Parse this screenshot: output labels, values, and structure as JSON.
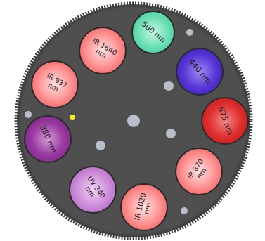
{
  "diagram": {
    "nodes": [
      {
        "text": [
          "IR 1640 nm"
        ]
      },
      {
        "text": [
          "500 nm"
        ]
      },
      {
        "text": [
          "440 nm"
        ]
      },
      {
        "text": [
          "675 nm"
        ]
      },
      {
        "text": [
          "IR 870 nm"
        ]
      },
      {
        "text": [
          "IR 1020 nm"
        ]
      },
      {
        "text": [
          "UV 340 nm"
        ]
      },
      {
        "text": [
          "380 nm"
        ]
      },
      {
        "text": [
          "IR 937 nm"
        ]
      }
    ]
  }
}
